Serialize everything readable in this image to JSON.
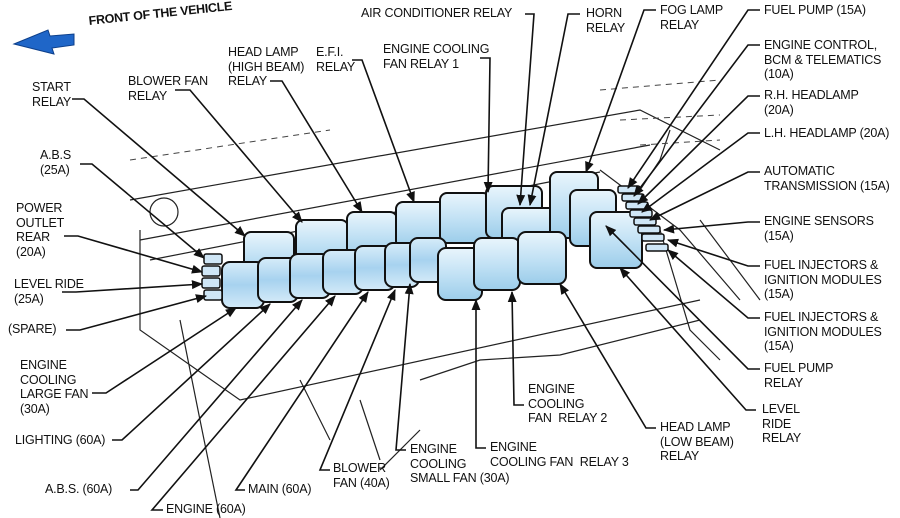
{
  "title": "Underhood Fuse/Relay Center",
  "orientation": {
    "label": "FRONT OF THE VEHICLE",
    "arrow_icon": "left-arrow-icon",
    "arrow_color": "#1f66c8"
  },
  "colors": {
    "relay_fill": "#bfe0f4",
    "relay_fill_light": "#e6f3fb",
    "line": "#111111"
  },
  "labels": {
    "start_relay": "START\nRELAY",
    "blower_fan_relay": "BLOWER FAN\nRELAY",
    "head_lamp_high_beam_relay": "HEAD LAMP\n(HIGH BEAM)\nRELAY",
    "efi_relay": "E.F.I.\nRELAY",
    "engine_cooling_fan_relay_1": "ENGINE COOLING\nFAN RELAY 1",
    "air_conditioner_relay": "AIR CONDITIONER RELAY",
    "horn_relay": "HORN\nRELAY",
    "fog_lamp_relay": "FOG LAMP\nRELAY",
    "fuel_pump_15a": "FUEL PUMP (15A)",
    "engine_control_bcm_telematics_10a": "ENGINE CONTROL,\nBCM & TELEMATICS\n(10A)",
    "rh_headlamp_20a": "R.H. HEADLAMP\n(20A)",
    "lh_headlamp_20a": "L.H. HEADLAMP (20A)",
    "automatic_transmission_15a": "AUTOMATIC\nTRANSMISSION (15A)",
    "engine_sensors_15a": "ENGINE SENSORS\n(15A)",
    "fuel_injectors_ignition_1": "FUEL INJECTORS &\nIGNITION MODULES\n(15A)",
    "fuel_injectors_ignition_2": "FUEL INJECTORS &\nIGNITION MODULES\n(15A)",
    "fuel_pump_relay": "FUEL PUMP\nRELAY",
    "level_ride_relay": "LEVEL\nRIDE\nRELAY",
    "head_lamp_low_beam_relay": "HEAD LAMP\n(LOW BEAM)\nRELAY",
    "engine_cooling_fan_relay_2": "ENGINE\nCOOLING\nFAN  RELAY 2",
    "engine_cooling_fan_relay_3": "ENGINE\nCOOLING FAN  RELAY 3",
    "engine_cooling_small_fan_30a": "ENGINE\nCOOLING\nSMALL FAN (30A)",
    "blower_fan_40a": "BLOWER\nFAN (40A)",
    "main_60a": "MAIN (60A)",
    "engine_60a": "ENGINE (60A)",
    "abs_60a": "A.B.S. (60A)",
    "lighting_60a": "LIGHTING (60A)",
    "engine_cooling_large_fan_30a": "ENGINE\nCOOLING\nLARGE FAN\n(30A)",
    "spare": "(SPARE)",
    "level_ride_25a": "LEVEL RIDE\n(25A)",
    "power_outlet_rear_20a": "POWER\nOUTLET\nREAR\n(20A)",
    "abs_25a": "A.B.S\n(25A)"
  }
}
